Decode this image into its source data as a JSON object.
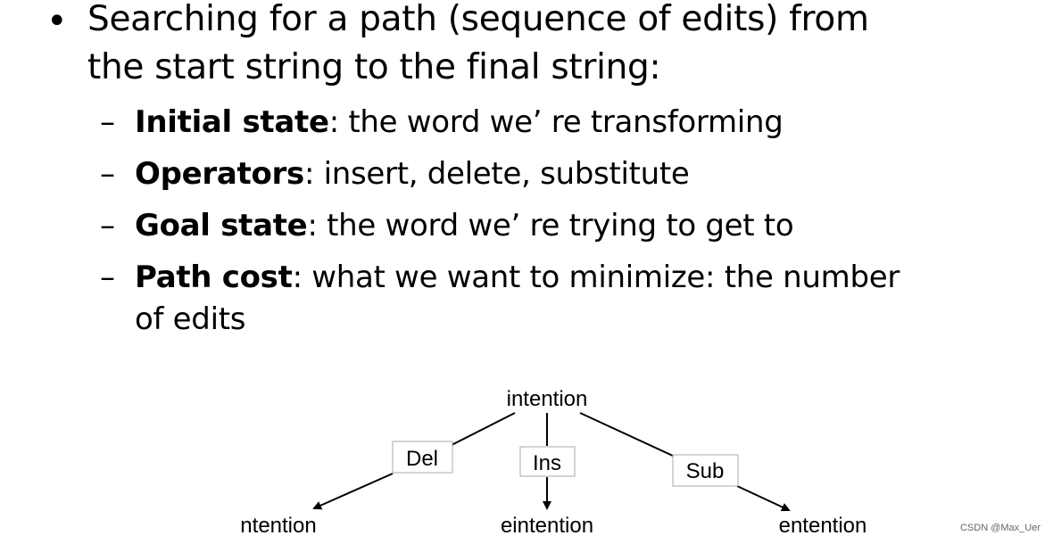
{
  "slide": {
    "bullet": {
      "symbol": "•",
      "line1": "Searching for a path (sequence of edits) from",
      "line2": "the start string to the final string:"
    },
    "dash": "–",
    "subitems": [
      {
        "term": "Initial state",
        "text": ": the word we’ re transforming"
      },
      {
        "term": "Operators",
        "text": ": insert, delete, substitute"
      },
      {
        "term": "Goal state",
        "text": ":  the word we’ re trying to get to"
      },
      {
        "term": "Path cost",
        "text": ": what we want to minimize: the number",
        "continuation": "of edits"
      }
    ]
  },
  "diagram": {
    "root": "intention",
    "edges": [
      {
        "label": "Del",
        "child": "ntention"
      },
      {
        "label": "Ins",
        "child": "eintention"
      },
      {
        "label": "Sub",
        "child": "entention"
      }
    ],
    "colors": {
      "ink": "#000000",
      "label_border": "#aaaaaa"
    }
  },
  "watermark": "CSDN @Max_Uer"
}
